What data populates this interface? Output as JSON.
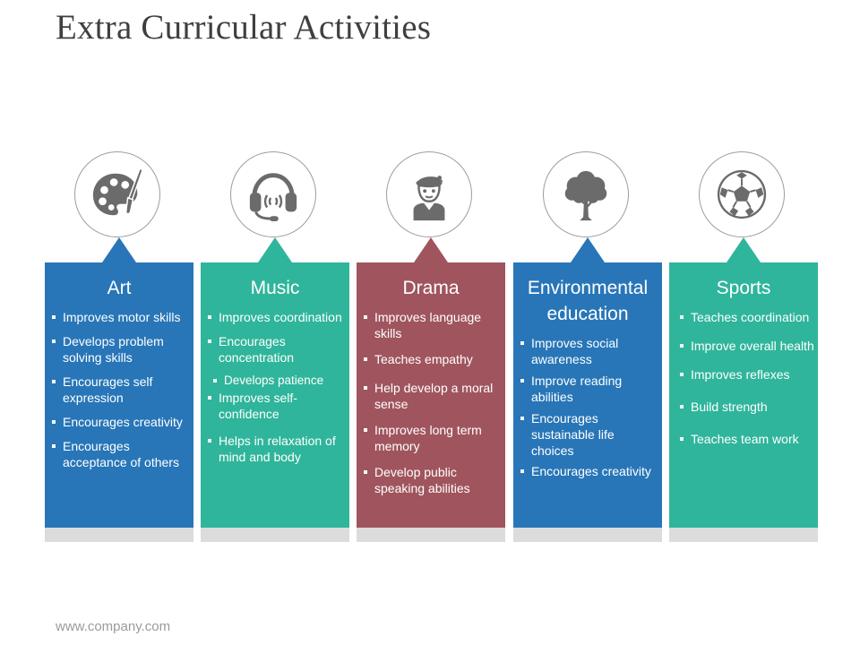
{
  "title": "Extra Curricular Activities",
  "footer": "www.company.com",
  "colors": {
    "art": "#2876b8",
    "music": "#2fb59b",
    "drama": "#a0555e",
    "environmental": "#2876b8",
    "sports": "#2fb59b",
    "icon": "#6b6b6b",
    "base": "#dcdcdc"
  },
  "columns": [
    {
      "title": "Art",
      "icon": "palette-icon",
      "items": [
        "Improves motor skills",
        "Develops problem solving skills",
        "Encourages self expression",
        "Encourages creativity",
        "Encourages acceptance of others"
      ]
    },
    {
      "title": "Music",
      "icon": "headphones-icon",
      "items": [
        "Improves coordination",
        "Encourages concentration",
        "Develops patience",
        "Improves self-confidence",
        "Helps in relaxation of mind and body"
      ]
    },
    {
      "title": "Drama",
      "icon": "actor-icon",
      "items": [
        "Improves language skills",
        "Teaches empathy",
        "Help develop a moral sense",
        "Improves long term memory",
        "Develop public speaking abilities"
      ]
    },
    {
      "title": "Environmental education",
      "icon": "tree-icon",
      "items": [
        "Improves social awareness",
        "Improve reading abilities",
        "Encourages sustainable life choices",
        "Encourages creativity"
      ]
    },
    {
      "title": "Sports",
      "icon": "soccer-ball-icon",
      "items": [
        "Teaches coordination",
        "Improve overall health",
        "Improves reflexes",
        "Build strength",
        "Teaches team work"
      ]
    }
  ]
}
